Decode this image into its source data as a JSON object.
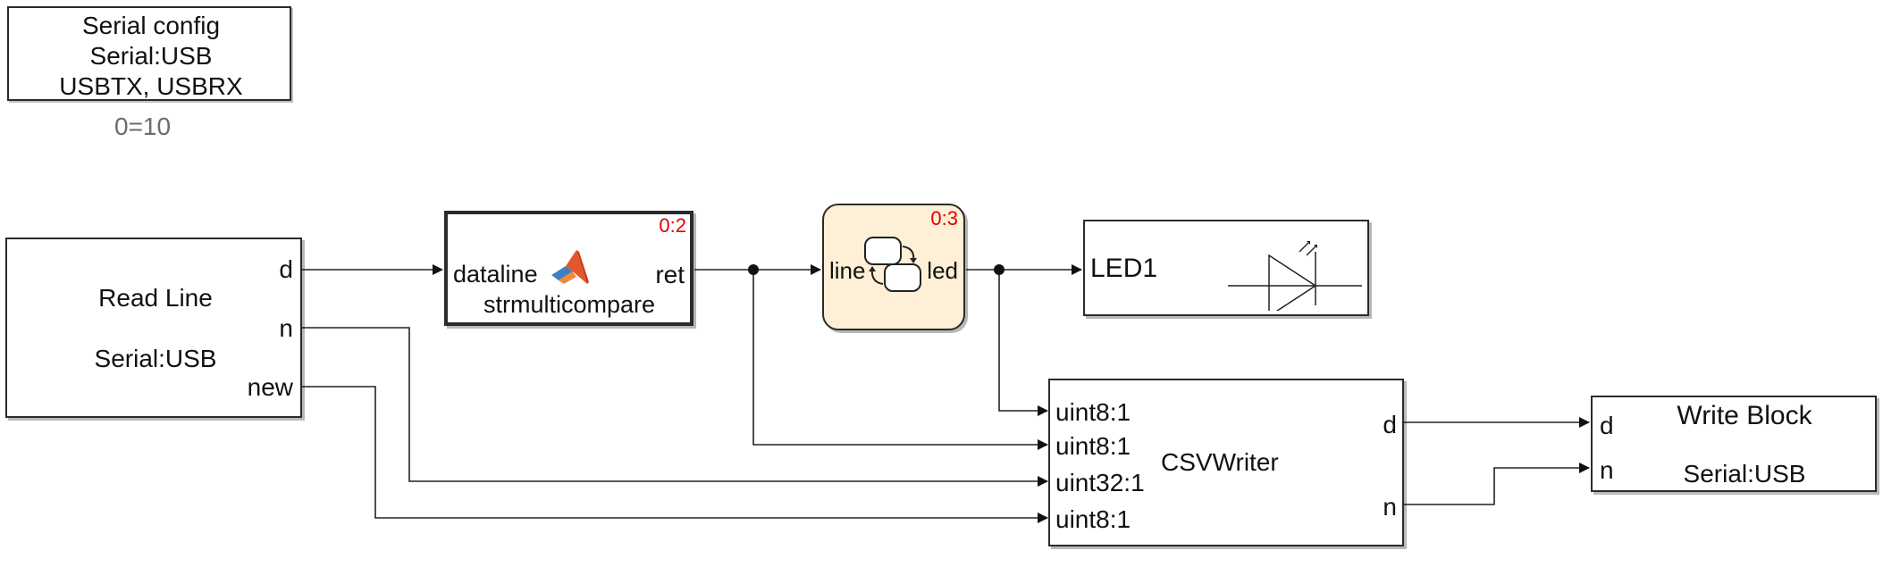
{
  "serial_config": {
    "line1": "Serial config",
    "line2": "Serial:USB",
    "line3": "USBTX, USBRX",
    "rate": "0=10"
  },
  "read_line": {
    "title": "Read Line",
    "subtitle": "Serial:USB",
    "ports_out": [
      "d",
      "n",
      "new"
    ]
  },
  "strmulticompare": {
    "port_in": "dataline",
    "port_out": "ret",
    "name": "strmulticompare",
    "rate": "0:2",
    "icon": "matlab-logo-icon"
  },
  "stateflow": {
    "port_in": "line",
    "port_out": "led",
    "rate": "0:3",
    "icon": "stateflow-chart-icon"
  },
  "led": {
    "label": "LED1",
    "icon": "led-diode-icon"
  },
  "csv_writer": {
    "name": "CSVWriter",
    "ports_in": [
      "uint8:1",
      "uint8:1",
      "uint32:1",
      "uint8:1"
    ],
    "ports_out": [
      "d",
      "n"
    ]
  },
  "write_block": {
    "title": "Write Block",
    "subtitle": "Serial:USB",
    "ports_in": [
      "d",
      "n"
    ]
  }
}
